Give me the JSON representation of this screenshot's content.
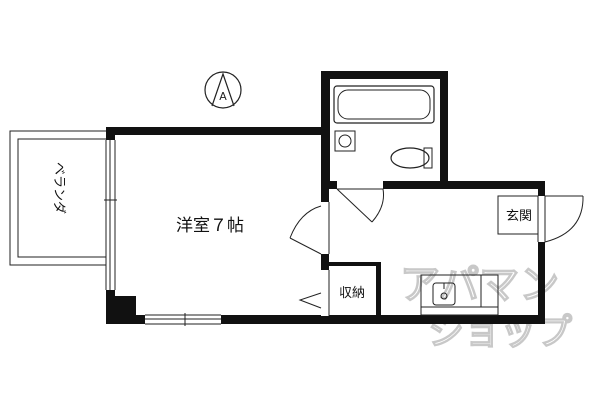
{
  "rooms": {
    "western_room": "洋室７帖",
    "balcony": "ベランダ",
    "storage": "収納",
    "entrance": "玄関"
  },
  "compass": {
    "north_letter": "A"
  },
  "watermark": {
    "line1": "アパマン",
    "line2": "ショップ"
  }
}
